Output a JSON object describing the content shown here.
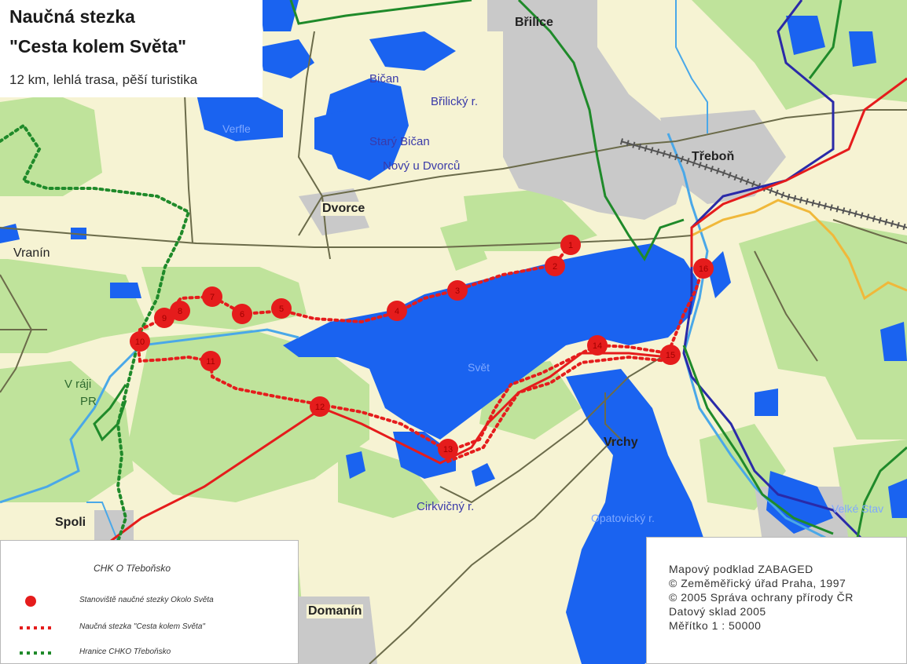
{
  "title": {
    "line1": "Naučná stezka",
    "line2": "\"Cesta kolem Světa\"",
    "subtitle": "12 km, lehlá trasa, pěší turistika"
  },
  "places": {
    "towns": [
      "Břilice",
      "Třeboň",
      "Dvorce",
      "Vrchy",
      "Domanín",
      "Spoli"
    ],
    "ponds": [
      "Bičan",
      "Břilický r.",
      "Starý Bičan",
      "Nový u Dvorců",
      "Cirkvičný r."
    ],
    "ponds_light": [
      "Verfle",
      "Svět",
      "Opatovický r.",
      "Velké Stav"
    ],
    "other": [
      "Vranín"
    ],
    "reserve": [
      "V ráji",
      "PR"
    ]
  },
  "stops": [
    "1",
    "2",
    "3",
    "4",
    "5",
    "6",
    "7",
    "8",
    "9",
    "10",
    "11",
    "12",
    "13",
    "14",
    "15",
    "16"
  ],
  "legend": {
    "title": "CHK O Třeboňsko",
    "items": [
      {
        "symbol": "red-dot",
        "label": "Stanoviště naučné stezky Okolo Světa"
      },
      {
        "symbol": "red-dotted-line",
        "label": "Naučná stezka \"Cesta kolem Světa\""
      },
      {
        "symbol": "green-dotted-line",
        "label": "Hranice CHKO Třeboňsko"
      }
    ]
  },
  "credits": [
    "Mapový podklad  ZABAGED",
    "© Zeměměřický úřad Praha, 1997",
    "© 2005 Správa ochrany přírody ČR",
    "Datový sklad 2005",
    "Měřítko 1 : 50000"
  ],
  "colors": {
    "background": "#f6f3d3",
    "forest": "#bfe39b",
    "water": "#1a63f0",
    "urban": "#c9c9c9",
    "trail": "#e51c1c",
    "boundary": "#1f8a2a",
    "road_gray": "#6b6b4a",
    "rail_blue": "#2a2aa8",
    "road_yellow": "#f0b83a"
  }
}
